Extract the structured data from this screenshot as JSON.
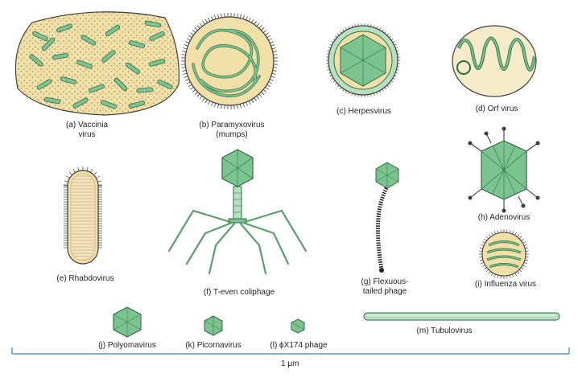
{
  "colors": {
    "capsid_green": "#7cc48f",
    "capsid_light": "#b6e0bf",
    "capsid_dark": "#2f6b45",
    "envelope_tan": "#f1dfa8",
    "envelope_edge": "#c9ac61",
    "outline": "#3d3d3d",
    "scale_blue": "#3a7fc0"
  },
  "labels": {
    "vaccinia_l1": "(a) Vaccinia",
    "vaccinia_l2": "virus",
    "paramyxo_l1": "(b) Paramyxovirus",
    "paramyxo_l2": "(mumps)",
    "herpes": "(c) Herpesvirus",
    "orf": "(d) Orf virus",
    "rhabdo": "(e) Rhabdovirus",
    "teven": "(f) T-even coliphage",
    "flex_l1": "(g) Flexuous-",
    "flex_l2": "tailed phage",
    "adeno": "(h) Adenovirus",
    "influenza": "(i) Influenza virus",
    "polyoma": "(j) Polyomavirus",
    "picorna": "(k) Picornavirus",
    "phix": "(l) ϕX174 phage",
    "tubulo": "(m) Tubulovirus"
  },
  "scale": {
    "label": "1 μm"
  }
}
